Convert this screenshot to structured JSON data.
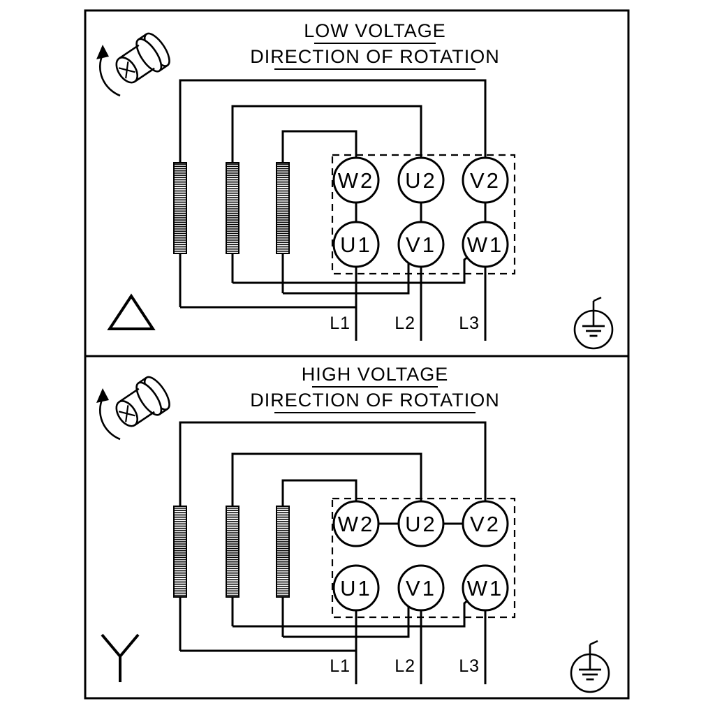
{
  "page": {
    "background_color": "#ffffff",
    "line_color": "#000000",
    "description": "Motor terminal wiring diagram with low-voltage (delta) and high-voltage (star) connection panels"
  },
  "icons": {
    "rotation": "rotation-direction-icon",
    "delta": "delta-connection-icon",
    "wye": "wye-connection-icon",
    "ground": "earth-ground-icon"
  },
  "panels": [
    {
      "id": "low-voltage",
      "title": "LOW VOLTAGE",
      "subtitle": "DIRECTION OF ROTATION",
      "connection": "delta",
      "terminals": {
        "top_row": [
          "W2",
          "U2",
          "V2"
        ],
        "bottom_row": [
          "U1",
          "V1",
          "W1"
        ]
      },
      "leads": [
        "L1",
        "L2",
        "L3"
      ]
    },
    {
      "id": "high-voltage",
      "title": "HIGH VOLTAGE",
      "subtitle": "DIRECTION OF ROTATION",
      "connection": "wye",
      "terminals": {
        "top_row": [
          "W2",
          "U2",
          "V2"
        ],
        "bottom_row": [
          "U1",
          "V1",
          "W1"
        ]
      },
      "leads": [
        "L1",
        "L2",
        "L3"
      ]
    }
  ]
}
